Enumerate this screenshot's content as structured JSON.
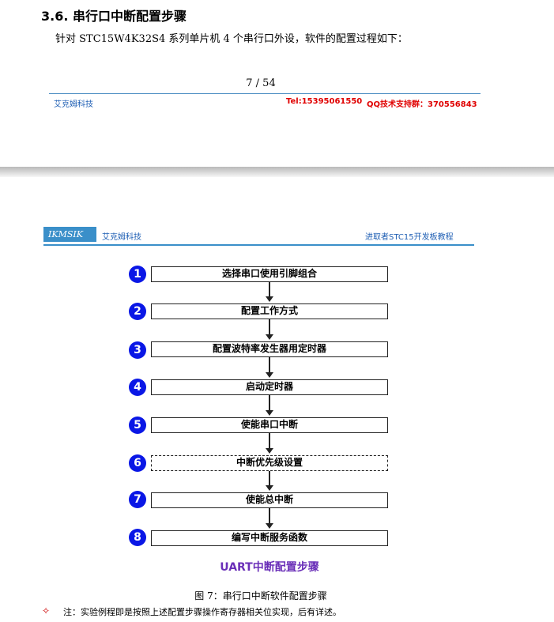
{
  "section": {
    "title": "3.6.  串行口中断配置步骤",
    "text": "针对 STC15W4K32S4 系列单片机 4 个串行口外设，软件的配置过程如下："
  },
  "page_footer": {
    "page_number": "7 / 54",
    "company": "艾克姆科技",
    "tel": "Tel:15395061550",
    "qq": "QQ技术支持群：370556843"
  },
  "figure": {
    "header_logo": "IKMSIK",
    "header_company": "艾克姆科技",
    "header_course": "进取者STC15开发板教程",
    "steps": [
      {
        "number": "1",
        "label": "选择串口使用引脚组合",
        "style": "solid"
      },
      {
        "number": "2",
        "label": "配置工作方式",
        "style": "solid"
      },
      {
        "number": "3",
        "label": "配置波特率发生器用定时器",
        "style": "solid"
      },
      {
        "number": "4",
        "label": "启动定时器",
        "style": "solid"
      },
      {
        "number": "5",
        "label": "使能串口中断",
        "style": "solid"
      },
      {
        "number": "6",
        "label": "中断优先级设置",
        "style": "dashed"
      },
      {
        "number": "7",
        "label": "使能总中断",
        "style": "solid"
      },
      {
        "number": "8",
        "label": "编写中断服务函数",
        "style": "solid"
      }
    ],
    "flow_title": "UART中断配置步骤",
    "caption": "图 7：串行口中断软件配置步骤"
  },
  "note": {
    "symbol": "✧",
    "text": "注：实验例程即是按照上述配置步骤操作寄存器相关位实现，后有详述。"
  },
  "colors": {
    "step_circle": "#0a17e6",
    "flow_title": "#6a2fb8",
    "footer_red": "#e00000",
    "brand_blue": "#3a8fc9"
  }
}
